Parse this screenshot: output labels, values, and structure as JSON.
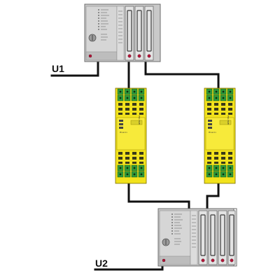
{
  "diagram": {
    "labels": {
      "upper_unit": "U1",
      "lower_unit": "U2"
    },
    "relay_module": {
      "brand_text": "Phoenix",
      "side_text": "PSR-ESAM"
    },
    "colors": {
      "relay_yellow": "#f2e21c",
      "terminal_green": "#2e9a3a",
      "controller_grey": "#c9c9c9",
      "wire": "#111111",
      "led_red": "#b5163a"
    }
  }
}
